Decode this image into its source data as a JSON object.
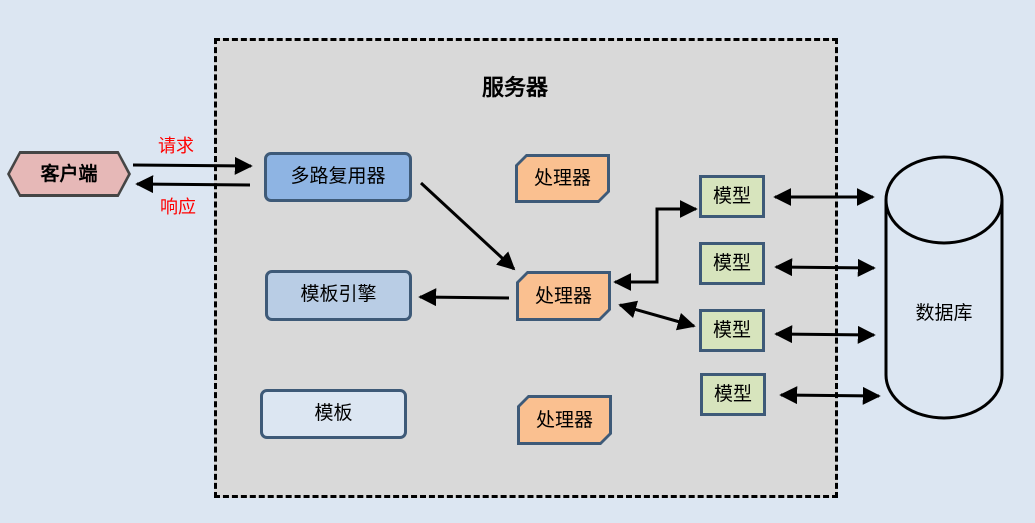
{
  "server": {
    "title": "服务器"
  },
  "client": {
    "label": "客户端"
  },
  "edges": {
    "request_label": "请求",
    "response_label": "响应"
  },
  "components": {
    "multiplexer": "多路复用器",
    "template_engine": "模板引擎",
    "template": "模板",
    "handlers": [
      "处理器",
      "处理器",
      "处理器"
    ],
    "models": [
      "模型",
      "模型",
      "模型",
      "模型"
    ]
  },
  "database": {
    "label": "数据库"
  },
  "colors": {
    "background": "#dce6f2",
    "server_fill": "#d9d9d9",
    "client_fill": "#e6b8b7",
    "multiplexer_fill": "#8eb4e3",
    "template_engine_fill": "#b9cde5",
    "template_fill": "#dce6f2",
    "handler_fill": "#fac090",
    "model_fill": "#d7e4bd",
    "label_red": "#ff0000"
  }
}
